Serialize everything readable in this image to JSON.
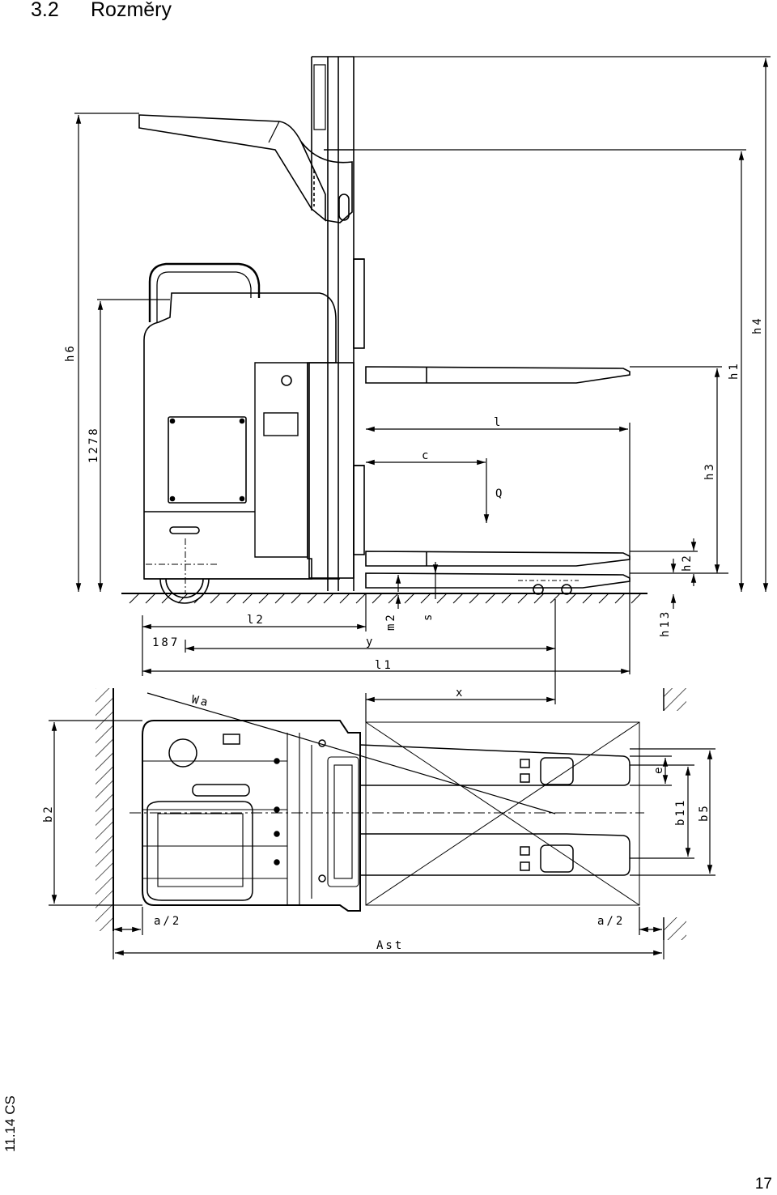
{
  "section": {
    "number": "3.2",
    "title": "Rozměry"
  },
  "footer": {
    "edition": "11.14 CS",
    "page": "17"
  },
  "side_view_labels": {
    "h6": "h6",
    "h1278": "1278",
    "h4": "h4",
    "h1": "h1",
    "h3": "h3",
    "h2": "h2",
    "h13": "h13",
    "l": "l",
    "c": "c",
    "Q": "Q",
    "l2": "l2",
    "m2": "m2",
    "s": "s",
    "d187": "187",
    "y": "y",
    "l1": "l1"
  },
  "top_view_labels": {
    "Wa": "Wa",
    "x": "x",
    "b2": "b2",
    "e": "e",
    "b11": "b11",
    "b5": "b5",
    "a_left": "a/2",
    "a_right": "a/2",
    "Ast": "Ast"
  }
}
